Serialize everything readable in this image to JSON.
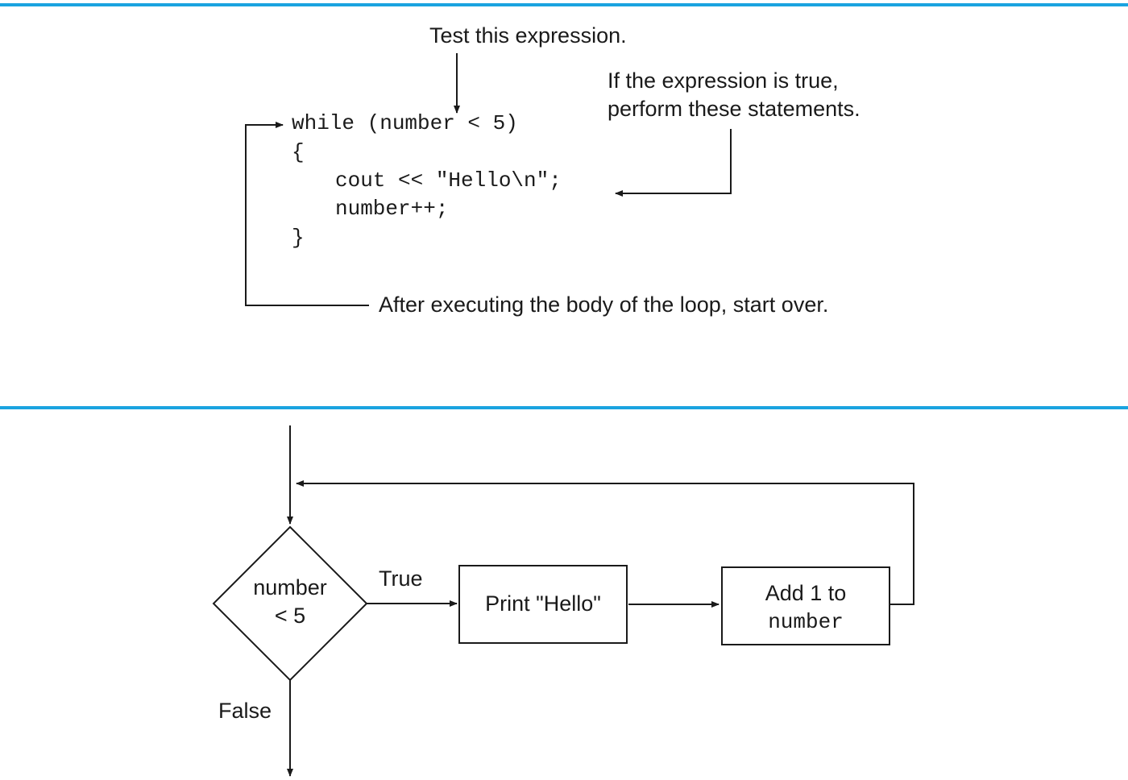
{
  "accent_color": "#1aa3e0",
  "top": {
    "callout_test": "Test this expression.",
    "callout_true_line1": "If the expression is true,",
    "callout_true_line2": "perform these statements.",
    "callout_repeat": "After executing the body of the loop, start over.",
    "code": {
      "line1": "while (number < 5)",
      "line2": "{",
      "line3": "cout << \"Hello\\n\";",
      "line4": "number++;",
      "line5": "}"
    }
  },
  "flowchart": {
    "decision_line1": "number",
    "decision_line2": "< 5",
    "true_label": "True",
    "false_label": "False",
    "print_box": "Print \"Hello\"",
    "add_box_line1": "Add 1 to",
    "add_box_line2": "number"
  }
}
